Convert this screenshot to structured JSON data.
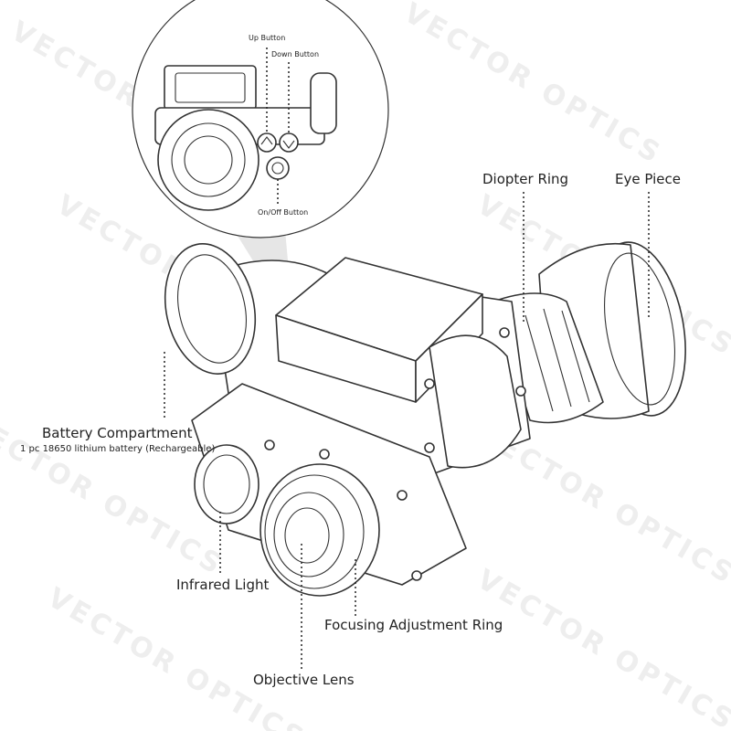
{
  "watermark": {
    "text": "VECTOR OPTICS"
  },
  "colors": {
    "line": "#333333",
    "label": "#222222",
    "background": "#ffffff",
    "watermark": "#eeeeee"
  },
  "inset_labels": {
    "up": "Up Button",
    "down": "Down Button",
    "onoff": "On/Off Button"
  },
  "labels": {
    "diopter_ring": "Diopter Ring",
    "eye_piece": "Eye Piece",
    "battery_title": "Battery Compartment",
    "battery_note": "1 pc 18650 lithium battery (Rechargeable)",
    "infrared_light": "Infrared Light",
    "focusing_ring": "Focusing Adjustment Ring",
    "objective_lens": "Objective Lens"
  }
}
